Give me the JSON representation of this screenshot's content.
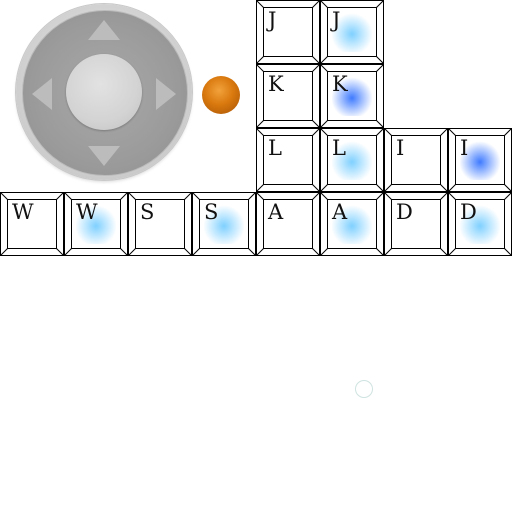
{
  "joystick": {
    "arrows": [
      "up-arrow-icon",
      "down-arrow-icon",
      "left-arrow-icon",
      "right-arrow-icon"
    ]
  },
  "ball": {
    "color": "#d9790e"
  },
  "keys": {
    "j_left": "J",
    "j_right": "J",
    "k_left": "K",
    "k_right": "K",
    "l_left": "L",
    "l_right": "L",
    "i_left": "I",
    "i_right": "I",
    "w_left": "W",
    "w_right": "W",
    "s_left": "S",
    "s_right": "S",
    "a_left": "A",
    "a_right": "A",
    "d_left": "D",
    "d_right": "D"
  },
  "colors": {
    "key_glow_light": "#7fd0ff",
    "key_glow_strong": "#3f7bff"
  }
}
